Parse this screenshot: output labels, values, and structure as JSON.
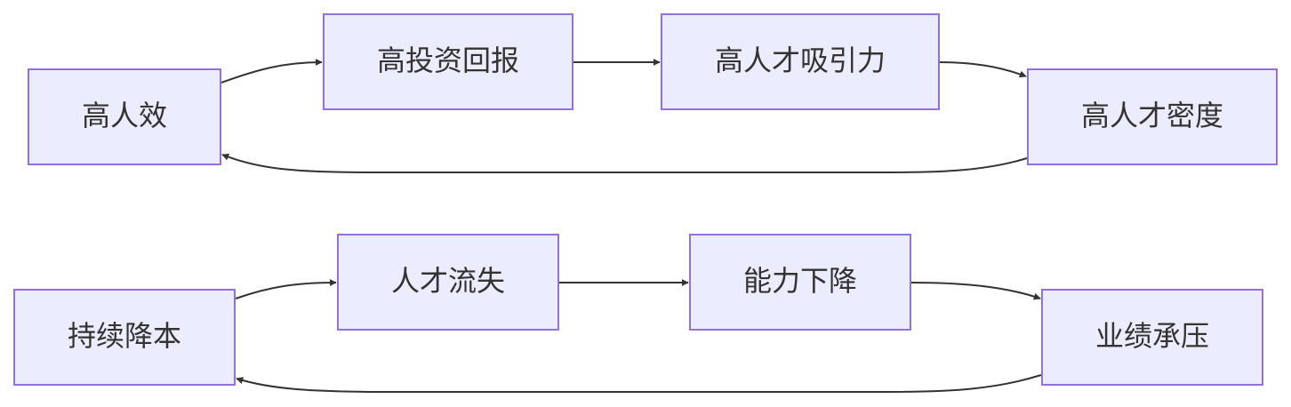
{
  "colors": {
    "node_fill": "#ececff",
    "node_border": "#9370db",
    "edge": "#333333",
    "text": "#333333",
    "background": "#ffffff"
  },
  "nodes": {
    "high_efficiency": "高人效",
    "high_roi": "高投资回报",
    "high_attraction": "高人才吸引力",
    "high_density": "高人才密度",
    "cost_cutting": "持续降本",
    "talent_loss": "人才流失",
    "capability_decline": "能力下降",
    "performance_pressure": "业绩承压"
  },
  "edges": [
    {
      "from": "high_efficiency",
      "to": "high_roi"
    },
    {
      "from": "high_roi",
      "to": "high_attraction"
    },
    {
      "from": "high_attraction",
      "to": "high_density"
    },
    {
      "from": "high_density",
      "to": "high_efficiency"
    },
    {
      "from": "cost_cutting",
      "to": "talent_loss"
    },
    {
      "from": "talent_loss",
      "to": "capability_decline"
    },
    {
      "from": "capability_decline",
      "to": "performance_pressure"
    },
    {
      "from": "performance_pressure",
      "to": "cost_cutting"
    }
  ]
}
